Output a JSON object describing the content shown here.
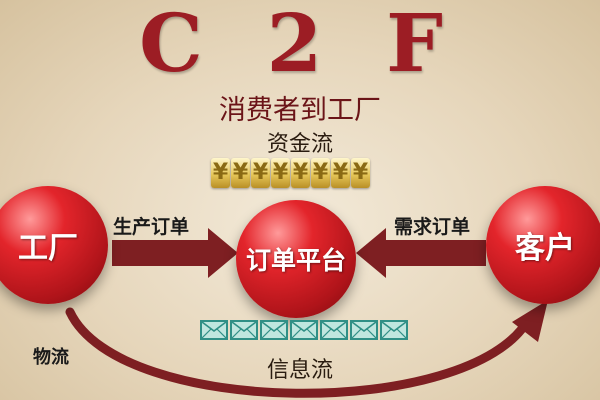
{
  "title": "C 2 F",
  "subtitle": "消费者到工厂",
  "funds_flow": {
    "label": "资金流",
    "symbol": "¥",
    "count": 8
  },
  "nodes": {
    "factory": "工厂",
    "platform": "订单平台",
    "customer": "客户"
  },
  "flows": {
    "production_order": "生产订单",
    "demand_order": "需求订单",
    "logistics": "物流",
    "information": "信息流"
  },
  "info_flow_envelopes": 7,
  "colors": {
    "node_red": "#c81d24",
    "title_red": "#9c1d24",
    "arrow_dark_red": "#7e1f22",
    "envelope_teal": "#2f8f86"
  }
}
